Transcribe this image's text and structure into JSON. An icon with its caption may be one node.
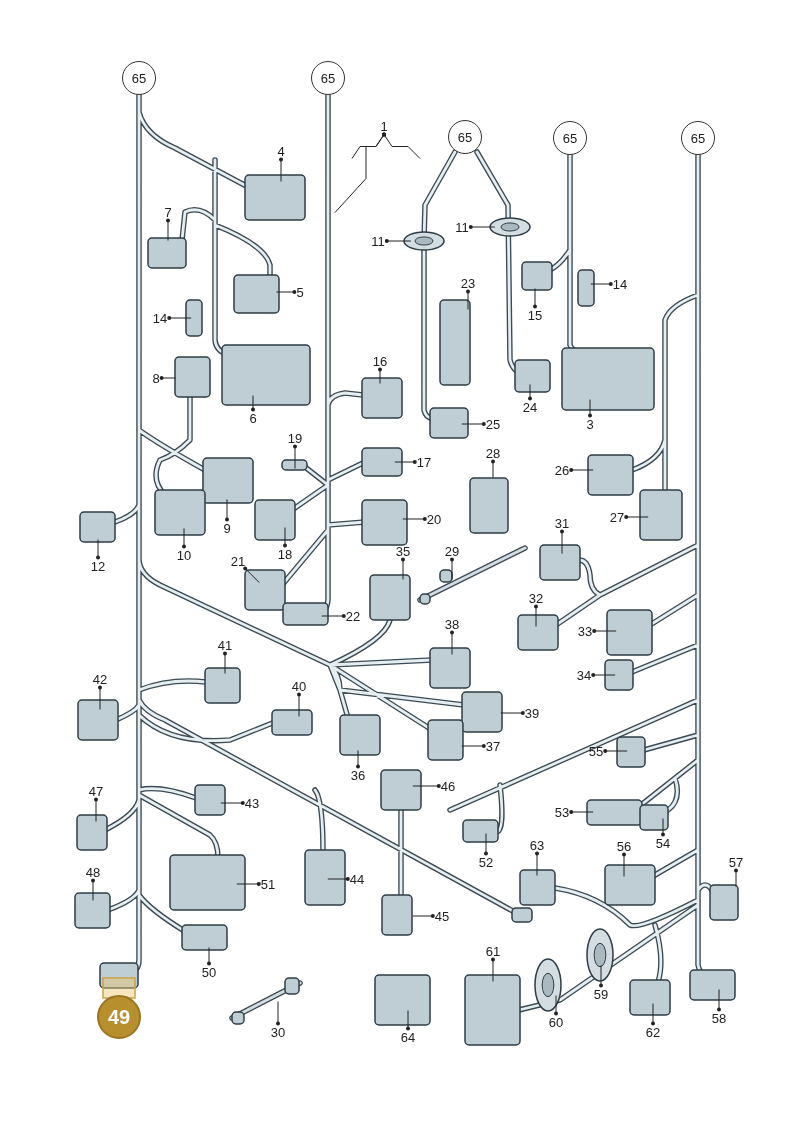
{
  "diagram": {
    "nodes": [
      {
        "text": [
          "65"
        ]
      },
      {
        "text": [
          "65"
        ]
      },
      {
        "text": [
          "65"
        ]
      },
      {
        "text": [
          "65"
        ]
      },
      {
        "text": [
          "65"
        ]
      },
      {
        "text": [
          "1"
        ]
      },
      {
        "text": [
          "4"
        ]
      },
      {
        "text": [
          "7"
        ]
      },
      {
        "text": [
          "11"
        ]
      },
      {
        "text": [
          "11"
        ]
      },
      {
        "text": [
          "14"
        ]
      },
      {
        "text": [
          "23"
        ]
      },
      {
        "text": [
          "5"
        ]
      },
      {
        "text": [
          "15"
        ]
      },
      {
        "text": [
          "14"
        ]
      },
      {
        "text": [
          "16"
        ]
      },
      {
        "text": [
          "8"
        ]
      },
      {
        "text": [
          "24"
        ]
      },
      {
        "text": [
          "6"
        ]
      },
      {
        "text": [
          "3"
        ]
      },
      {
        "text": [
          "25"
        ]
      },
      {
        "text": [
          "19"
        ]
      },
      {
        "text": [
          "28"
        ]
      },
      {
        "text": [
          "17"
        ]
      },
      {
        "text": [
          "26"
        ]
      },
      {
        "text": [
          "27"
        ]
      },
      {
        "text": [
          "20"
        ]
      },
      {
        "text": [
          "31"
        ]
      },
      {
        "text": [
          "9"
        ]
      },
      {
        "text": [
          "35"
        ]
      },
      {
        "text": [
          "29"
        ]
      },
      {
        "text": [
          "10"
        ]
      },
      {
        "text": [
          "18"
        ]
      },
      {
        "text": [
          "21"
        ]
      },
      {
        "text": [
          "12"
        ]
      },
      {
        "text": [
          "32"
        ]
      },
      {
        "text": [
          "22"
        ]
      },
      {
        "text": [
          "38"
        ]
      },
      {
        "text": [
          "33"
        ]
      },
      {
        "text": [
          "41"
        ]
      },
      {
        "text": [
          "34"
        ]
      },
      {
        "text": [
          "42"
        ]
      },
      {
        "text": [
          "40"
        ]
      },
      {
        "text": [
          "39"
        ]
      },
      {
        "text": [
          "37"
        ]
      },
      {
        "text": [
          "55"
        ]
      },
      {
        "text": [
          "36"
        ]
      },
      {
        "text": [
          "46"
        ]
      },
      {
        "text": [
          "47"
        ]
      },
      {
        "text": [
          "43"
        ]
      },
      {
        "text": [
          "53"
        ]
      },
      {
        "text": [
          "54"
        ]
      },
      {
        "text": [
          "63"
        ]
      },
      {
        "text": [
          "56"
        ]
      },
      {
        "text": [
          "52"
        ]
      },
      {
        "text": [
          "57"
        ]
      },
      {
        "text": [
          "48"
        ]
      },
      {
        "text": [
          "44"
        ]
      },
      {
        "text": [
          "51"
        ]
      },
      {
        "text": [
          "45"
        ]
      },
      {
        "text": [
          "61"
        ]
      },
      {
        "text": [
          "50"
        ]
      },
      {
        "text": [
          "59"
        ]
      },
      {
        "text": [
          "49"
        ]
      },
      {
        "text": [
          "58"
        ]
      },
      {
        "text": [
          "60"
        ]
      },
      {
        "text": [
          "30"
        ]
      },
      {
        "text": [
          "62"
        ]
      },
      {
        "text": [
          "64"
        ]
      }
    ],
    "edges": [
      {
        "from": 5,
        "to": null,
        "arrow": "other"
      },
      {
        "from": 5,
        "to": null,
        "arrow": "other"
      },
      {
        "from": 5,
        "to": null,
        "arrow": "other"
      },
      {
        "from": 6,
        "to": null,
        "arrow": "other"
      },
      {
        "from": 7,
        "to": null,
        "arrow": "other"
      },
      {
        "from": 8,
        "to": null,
        "arrow": "other"
      },
      {
        "from": 9,
        "to": null,
        "arrow": "other"
      },
      {
        "from": 10,
        "to": null,
        "arrow": "other"
      },
      {
        "from": 11,
        "to": null,
        "arrow": "other"
      },
      {
        "from": 12,
        "to": null,
        "arrow": "other"
      },
      {
        "from": 13,
        "to": null,
        "arrow": "other"
      },
      {
        "from": 14,
        "to": null,
        "arrow": "other"
      },
      {
        "from": 15,
        "to": null,
        "arrow": "other"
      },
      {
        "from": 16,
        "to": null,
        "arrow": "other"
      },
      {
        "from": 17,
        "to": null,
        "arrow": "other"
      },
      {
        "from": 18,
        "to": null,
        "arrow": "other"
      },
      {
        "from": 19,
        "to": null,
        "arrow": "other"
      },
      {
        "from": 20,
        "to": null,
        "arrow": "other"
      },
      {
        "from": 21,
        "to": null,
        "arrow": "other"
      },
      {
        "from": 22,
        "to": null,
        "arrow": "other"
      },
      {
        "from": 23,
        "to": null,
        "arrow": "other"
      },
      {
        "from": 24,
        "to": null,
        "arrow": "other"
      },
      {
        "from": 25,
        "to": null,
        "arrow": "other"
      },
      {
        "from": 26,
        "to": null,
        "arrow": "other"
      },
      {
        "from": 27,
        "to": null,
        "arrow": "other"
      },
      {
        "from": 28,
        "to": null,
        "arrow": "other"
      },
      {
        "from": 29,
        "to": null,
        "arrow": "other"
      },
      {
        "from": 30,
        "to": null,
        "arrow": "other"
      },
      {
        "from": 31,
        "to": null,
        "arrow": "other"
      },
      {
        "from": 32,
        "to": null,
        "arrow": "other"
      },
      {
        "from": 33,
        "to": null,
        "arrow": "other"
      },
      {
        "from": 34,
        "to": null,
        "arrow": "other"
      },
      {
        "from": 35,
        "to": null,
        "arrow": "other"
      },
      {
        "from": 36,
        "to": null,
        "arrow": "other"
      },
      {
        "from": 37,
        "to": null,
        "arrow": "other"
      },
      {
        "from": 38,
        "to": null,
        "arrow": "other"
      },
      {
        "from": 39,
        "to": null,
        "arrow": "other"
      },
      {
        "from": 40,
        "to": null,
        "arrow": "other"
      },
      {
        "from": 41,
        "to": null,
        "arrow": "other"
      },
      {
        "from": 42,
        "to": null,
        "arrow": "other"
      },
      {
        "from": 43,
        "to": null,
        "arrow": "other"
      },
      {
        "from": 44,
        "to": null,
        "arrow": "other"
      },
      {
        "from": 45,
        "to": null,
        "arrow": "other"
      },
      {
        "from": 46,
        "to": null,
        "arrow": "other"
      },
      {
        "from": 47,
        "to": null,
        "arrow": "other"
      },
      {
        "from": 48,
        "to": null,
        "arrow": "other"
      },
      {
        "from": 49,
        "to": null,
        "arrow": "other"
      },
      {
        "from": 50,
        "to": null,
        "arrow": "other"
      },
      {
        "from": 51,
        "to": null,
        "arrow": "other"
      },
      {
        "from": 52,
        "to": null,
        "arrow": "other"
      },
      {
        "from": 53,
        "to": null,
        "arrow": "other"
      },
      {
        "from": 54,
        "to": null,
        "arrow": "other"
      },
      {
        "from": 55,
        "to": null,
        "arrow": "other"
      },
      {
        "from": 56,
        "to": null,
        "arrow": "other"
      },
      {
        "from": 57,
        "to": null,
        "arrow": "other"
      },
      {
        "from": 58,
        "to": null,
        "arrow": "other"
      },
      {
        "from": 59,
        "to": null,
        "arrow": "other"
      },
      {
        "from": 60,
        "to": null,
        "arrow": "other"
      },
      {
        "from": 61,
        "to": null,
        "arrow": "other"
      },
      {
        "from": 62,
        "to": null,
        "arrow": "other"
      },
      {
        "from": 64,
        "to": null,
        "arrow": "other"
      },
      {
        "from": 65,
        "to": null,
        "arrow": "other"
      },
      {
        "from": 66,
        "to": null,
        "arrow": "other"
      },
      {
        "from": 67,
        "to": null,
        "arrow": "other"
      },
      {
        "from": 68,
        "to": null,
        "arrow": "other"
      }
    ]
  }
}
